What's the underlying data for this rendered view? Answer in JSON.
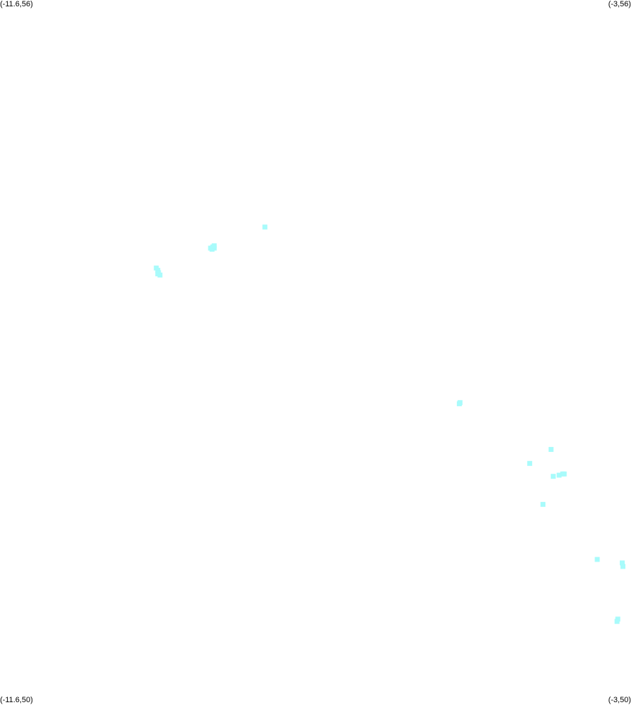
{
  "corners": {
    "top_left": "(-11.6,56)",
    "top_right": "(-3,56)",
    "bottom_left": "(-11.6,50)",
    "bottom_right": "(-3,50)"
  },
  "point_color": "#a8fbfb",
  "chart_data": {
    "type": "scatter",
    "title": "",
    "xlabel": "",
    "ylabel": "",
    "xlim": [
      -11.6,
      -3
    ],
    "ylim": [
      50,
      56
    ],
    "grid": false,
    "series": [
      {
        "points": [
          {
            "x": -7.99,
            "y": 54.06
          },
          {
            "x": -8.73,
            "y": 53.88
          },
          {
            "x": -8.7,
            "y": 53.89
          },
          {
            "x": -8.68,
            "y": 53.88
          },
          {
            "x": -8.71,
            "y": 53.87
          },
          {
            "x": -8.68,
            "y": 53.9
          },
          {
            "x": -9.47,
            "y": 53.71
          },
          {
            "x": -9.45,
            "y": 53.69
          },
          {
            "x": -9.44,
            "y": 53.67
          },
          {
            "x": -9.42,
            "y": 53.65
          },
          {
            "x": -9.45,
            "y": 53.66
          },
          {
            "x": -5.33,
            "y": 52.56
          },
          {
            "x": -5.34,
            "y": 52.55
          },
          {
            "x": -4.09,
            "y": 52.16
          },
          {
            "x": -4.38,
            "y": 52.04
          },
          {
            "x": -4.06,
            "y": 51.93
          },
          {
            "x": -3.98,
            "y": 51.94
          },
          {
            "x": -3.93,
            "y": 51.95
          },
          {
            "x": -3.91,
            "y": 51.95
          },
          {
            "x": -4.2,
            "y": 51.69
          },
          {
            "x": -3.46,
            "y": 51.22
          },
          {
            "x": -3.12,
            "y": 51.19
          },
          {
            "x": -3.11,
            "y": 51.16
          },
          {
            "x": -3.19,
            "y": 50.69
          },
          {
            "x": -3.18,
            "y": 50.71
          }
        ]
      }
    ]
  }
}
